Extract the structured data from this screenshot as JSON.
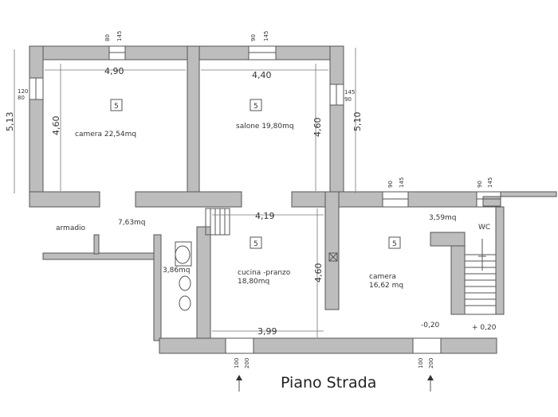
{
  "title": "Piano Strada",
  "rooms": {
    "camera1": {
      "name": "camera 22,54mq",
      "marker": "5",
      "width": "4,90",
      "height": "4,60"
    },
    "salone": {
      "name": "salone 19,80mq",
      "marker": "5",
      "width": "4,40",
      "height": "4,60"
    },
    "armadio": {
      "name": "armadio",
      "area": "7,63mq"
    },
    "bagno": {
      "area": "3,86mq"
    },
    "cucina": {
      "name_line1": "cucina -pranzo",
      "name_line2": "18,80mq",
      "marker": "5",
      "width_top": "4,19",
      "width_bottom": "3,99",
      "height": "4,60"
    },
    "camera2": {
      "name_line1": "camera",
      "name_line2": "16,62 mq",
      "marker": "5"
    },
    "wc": {
      "name": "WC",
      "area": "3,59mq"
    }
  },
  "dimensions": {
    "left_total": "5,13",
    "right_upper": "5,10",
    "window_w1": "80",
    "window_h1": "145",
    "window_w2": "90",
    "window_h2": "145",
    "window_w3": "90",
    "window_h3": "145",
    "window_w4": "90",
    "window_h4": "145",
    "window_w5": "90",
    "window_h5": "145",
    "window_left_a": "120",
    "window_left_b": "80",
    "door_w1": "100",
    "door_h1": "200",
    "door_w2": "100",
    "door_h2": "200",
    "level_1": "-0,20",
    "level_2": "+ 0,20"
  }
}
